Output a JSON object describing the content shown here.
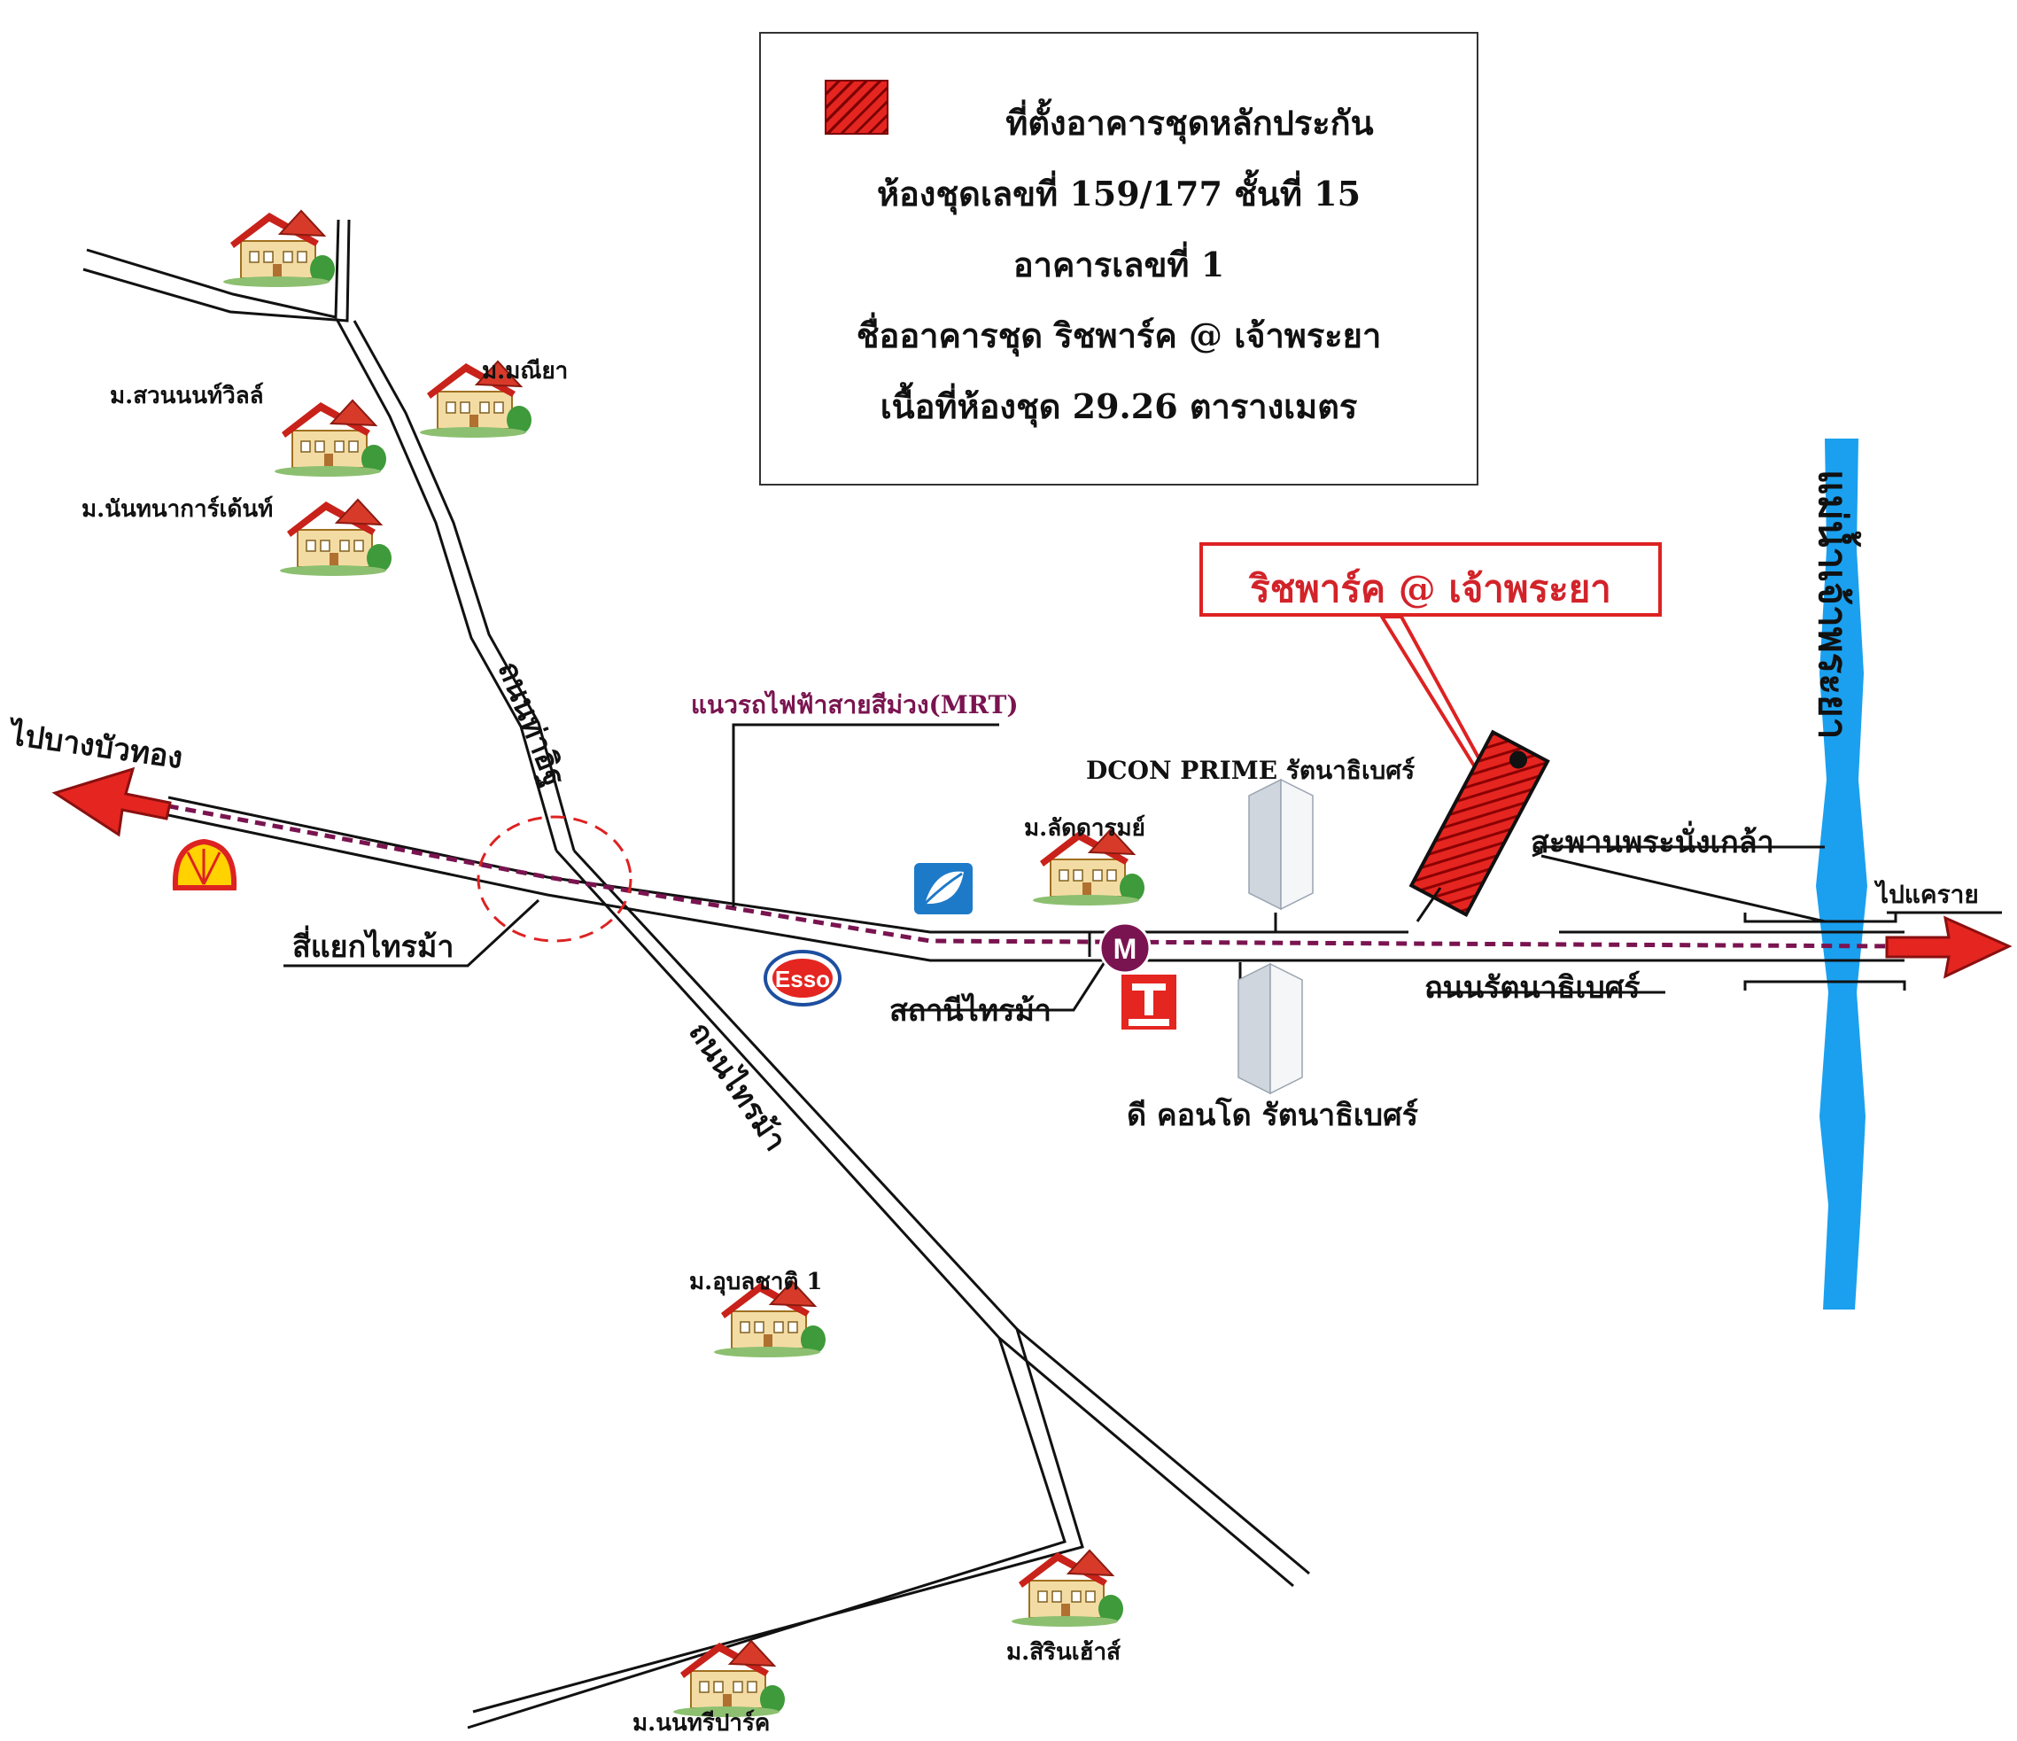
{
  "legend": {
    "title": "ที่ตั้งอาคารชุดหลักประกัน",
    "unit_line": "ห้องชุดเลขที่ 159/177   ชั้นที่ 15",
    "building_line": "อาคารเลขที่ 1",
    "name_line": "ชื่ออาคารชุด ริชพาร์ค @ เจ้าพระยา",
    "area_line": "เนื้อที่ห้องชุด 29.26 ตารางเมตร"
  },
  "callout": {
    "label": "ริชพาร์ค @ เจ้าพระยา"
  },
  "places": {
    "to_bang_bua_thong": "ไปบางบัวทอง",
    "to_khae_rai": "ไปแคราย",
    "mrt_line": "แนวรถไฟฟ้าสายสีม่วง(MRT)",
    "dcon_prime": "DCON PRIME รัตนาธิเบศร์",
    "d_condo": "ดี คอนโด รัตนาธิเบศร์",
    "tha_it_road": "ถนนท่าอิฐ",
    "sai_ma_road": "ถนนไทรม้า",
    "rattanathibet_road": "ถนนรัตนาธิเบศร์",
    "sai_ma_intersection": "สี่แยกไทรม้า",
    "sai_ma_station": "สถานีไทรม้า",
    "bridge": "สะพานพระนั่งเกล้า",
    "river": "แม่น้ำเจ้าพระยา",
    "v_suan_non_villa": "ม.สวนนนท์วิลล์",
    "v_manee_ya": "ม.มณียา",
    "v_nanthana_garden": "ม.นันทนาการ์เด้นท์",
    "v_ladda_rom": "ม.ลัดดารมย์",
    "v_ubon_chart": "ม.อุบลชาติ 1",
    "v_sirin_house": "ม.สิรินเฮ้าส์",
    "v_nonthree_park": "ม.นนทรีปาร์ค"
  },
  "logos": {
    "esso": "Esso",
    "mrt": "M"
  },
  "colors": {
    "road": "#111111",
    "arrow": "#e52520",
    "mrt": "#7a1450",
    "river": "#1aa0ef",
    "building": "#e52520",
    "callout": "#d2232a"
  }
}
